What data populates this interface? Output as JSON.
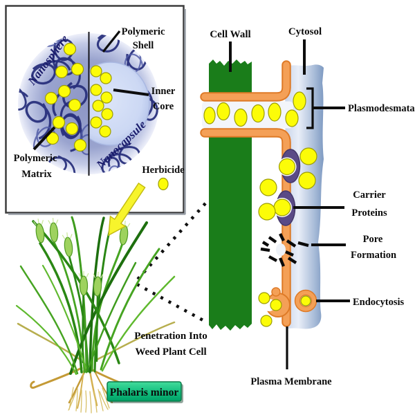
{
  "inset": {
    "nanosphere": "Nanosphere",
    "nanocapsule": "Nanocapsule",
    "polymeric_shell": [
      "Polymeric",
      "Shell"
    ],
    "inner_core": [
      "Inner",
      "Core"
    ],
    "polymeric_matrix": [
      "Polymeric",
      "Matrix"
    ],
    "herbicide": "Herbicide"
  },
  "cell": {
    "cell_wall": "Cell Wall",
    "cytosol": "Cytosol",
    "plasmodesmata": "Plasmodesmata",
    "carrier_proteins": [
      "Carrier",
      "Proteins"
    ],
    "pore_formation": [
      "Pore",
      "Formation"
    ],
    "endocytosis": "Endocytosis",
    "plasma_membrane": "Plasma Membrane"
  },
  "plant": {
    "caption": [
      "Penetration Into",
      "Weed Plant Cell"
    ],
    "species": "Phalaris minor"
  },
  "colors": {
    "herbicide_yellow": "#fcfc08",
    "cell_wall_green": "#1a7d1a",
    "membrane_orange": "#f4a057",
    "membrane_orange_edge": "#de7a27",
    "cytosol_blue": "#9fb6d8",
    "carrier_purple": "#5a4a86",
    "nanosphere_slate": "#97a1cc",
    "inner_core_blue": "#cfdaf5",
    "species_badge_teal": "#12bd7d",
    "arrow_yellow": "#f7f42c",
    "label_text": "#0b0b0b"
  }
}
